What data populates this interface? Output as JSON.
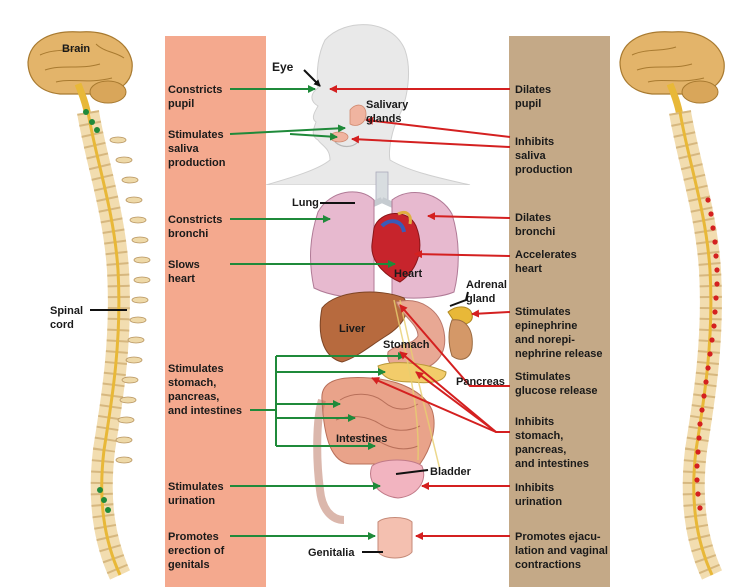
{
  "colors": {
    "parasympathetic_panel": "#f4a98e",
    "sympathetic_panel": "#c4a987",
    "parasympathetic_arrow": "#1f8a3a",
    "sympathetic_arrow": "#d42020",
    "bone": "#f2ddb0",
    "nerve": "#e8b838"
  },
  "left_labels": {
    "constricts_pupil": "Constricts\npupil",
    "stimulates_saliva": "Stimulates\nsaliva\nproduction",
    "constricts_bronchi": "Constricts\nbronchi",
    "slows_heart": "Slows\nheart",
    "stimulates_digestion": "Stimulates\nstomach,\npancreas,\nand intestines",
    "stimulates_urination": "Stimulates\nurination",
    "promotes_erection": "Promotes\nerection of\ngenitals"
  },
  "right_labels": {
    "dilates_pupil": "Dilates\npupil",
    "inhibits_saliva": "Inhibits\nsaliva\nproduction",
    "dilates_bronchi": "Dilates\nbronchi",
    "accelerates_heart": "Accelerates\nheart",
    "stimulates_epinephrine": "Stimulates\nepinephrine\nand norepi-\nnephrine release",
    "stimulates_glucose": "Stimulates\nglucose release",
    "inhibits_digestion": "Inhibits\nstomach,\npancreas,\nand intestines",
    "inhibits_urination": "Inhibits\nurination",
    "promotes_ejaculation": "Promotes ejacu-\nlation and vaginal\ncontractions"
  },
  "organ_labels": {
    "eye": "Eye",
    "salivary": "Salivary\nglands",
    "lung": "Lung",
    "heart": "Heart",
    "adrenal": "Adrenal\ngland",
    "liver": "Liver",
    "stomach": "Stomach",
    "pancreas": "Pancreas",
    "intestines": "Intestines",
    "bladder": "Bladder",
    "genitalia": "Genitalia"
  },
  "spine_labels": {
    "brain": "Brain",
    "spinal_cord": "Spinal\ncord"
  }
}
